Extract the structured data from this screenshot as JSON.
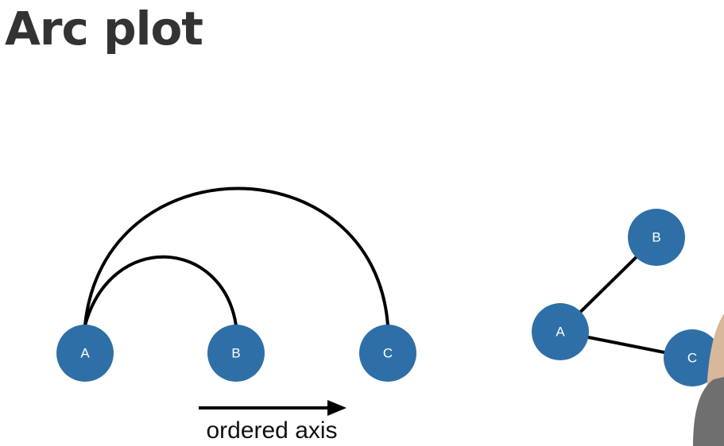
{
  "title": "Arc plot",
  "colors": {
    "node_fill": "#2f6fa7",
    "edge": "#000000",
    "title": "#333333"
  },
  "arc_plot": {
    "nodes": [
      "A",
      "B",
      "C"
    ],
    "edges": [
      [
        "A",
        "B"
      ],
      [
        "A",
        "C"
      ]
    ],
    "axis_label": "ordered axis"
  },
  "network": {
    "nodes": [
      "A",
      "B",
      "C"
    ],
    "edges": [
      [
        "A",
        "B"
      ],
      [
        "A",
        "C"
      ]
    ]
  }
}
